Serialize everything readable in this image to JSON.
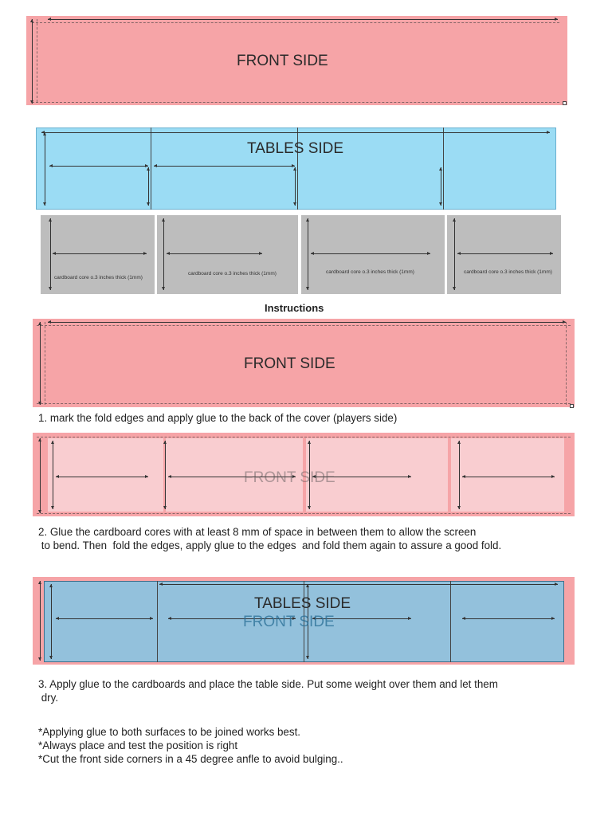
{
  "labels": {
    "front_side": "FRONT SIDE",
    "tables_side": "TABLES SIDE",
    "cardboard_core": "cardboard core o.3 inches thick (1mm)"
  },
  "heading": "Instructions",
  "steps": {
    "step1": "1. mark the  fold edges and apply glue to the back of the cover (players side)",
    "step2_line1": "2. Glue the cardboard cores with at least  8 mm of space in between them to allow the screen",
    "step2_line2": " to bend. Then  fold the edges, apply glue to the edges  and fold them again to assure a good fold.",
    "step3_line1": "3. Apply glue to the cardboards and place the table side. Put some weight over them and let them",
    "step3_line2": " dry."
  },
  "notes": [
    "*Applying glue to both surfaces to be joined works best.",
    "*Always place and test the position is right",
    "*Cut the front side corners in a 45 degree anfle to avoid bulging.."
  ],
  "colors": {
    "front_pink": "#f6a4a7",
    "front_pink_light": "#f9cdd0",
    "tables_blue": "#9bdcf4",
    "tables_blue_dark": "#93c1dc",
    "core_gray": "#bdbdbd"
  }
}
